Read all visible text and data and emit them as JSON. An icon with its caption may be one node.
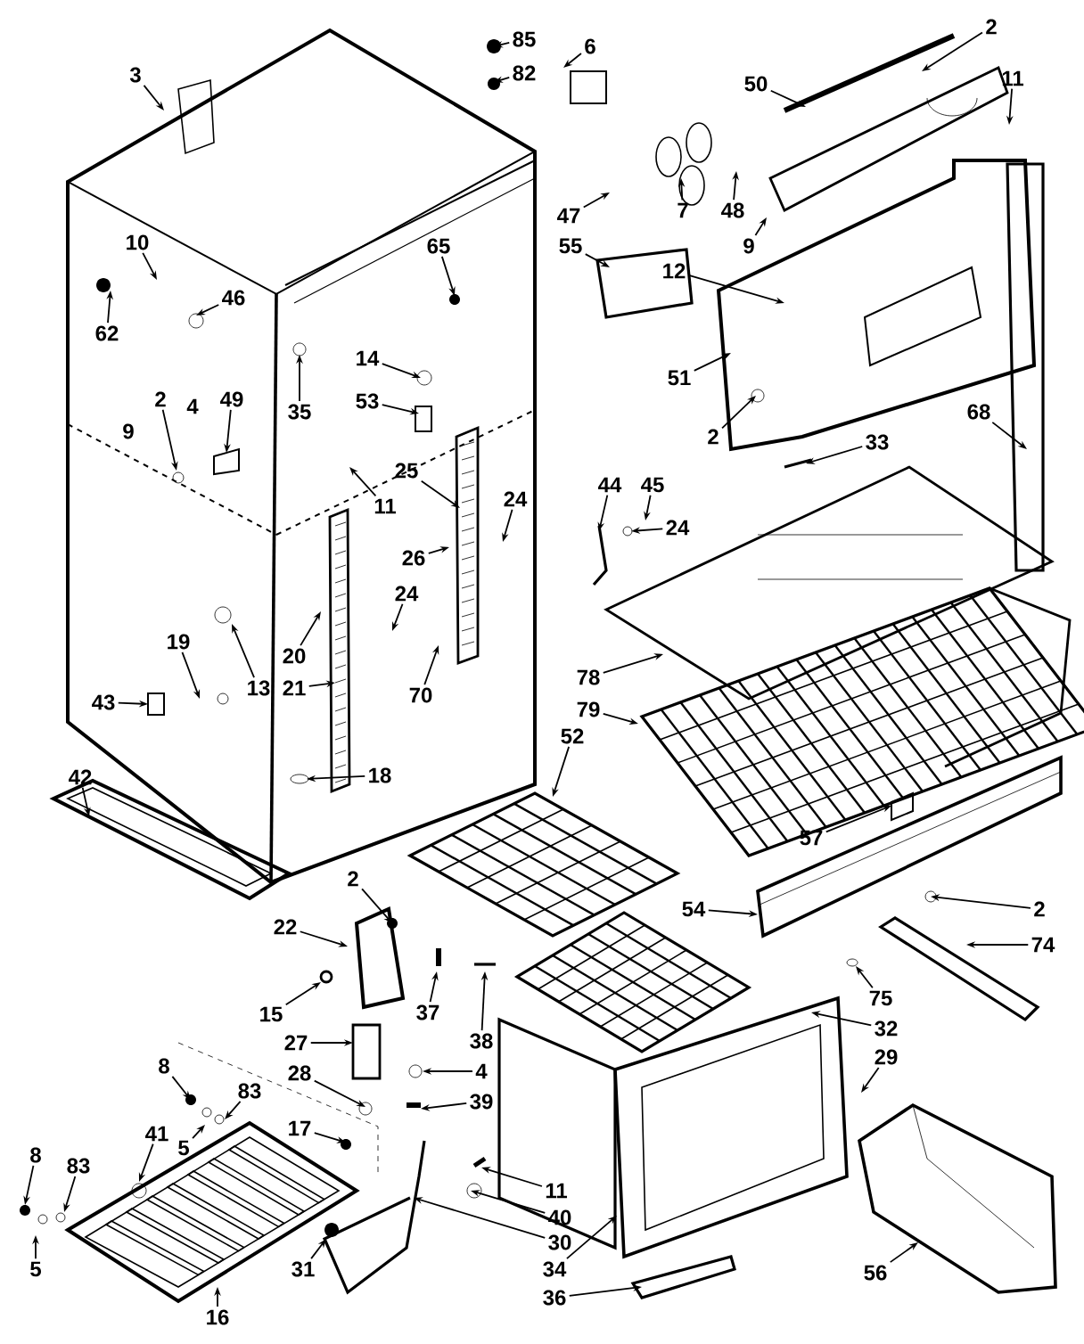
{
  "diagram": {
    "nodes": [
      {
        "text": [
          "85"
        ]
      },
      {
        "text": [
          "82"
        ]
      },
      {
        "text": [
          "6"
        ]
      },
      {
        "text": [
          "2"
        ]
      },
      {
        "text": [
          "50"
        ]
      },
      {
        "text": [
          "11"
        ]
      },
      {
        "text": [
          "3"
        ]
      },
      {
        "text": [
          "47"
        ]
      },
      {
        "text": [
          "7"
        ]
      },
      {
        "text": [
          "48"
        ]
      },
      {
        "text": [
          "9"
        ]
      },
      {
        "text": [
          "10"
        ]
      },
      {
        "text": [
          "65"
        ]
      },
      {
        "text": [
          "55"
        ]
      },
      {
        "text": [
          "12"
        ]
      },
      {
        "text": [
          "46"
        ]
      },
      {
        "text": [
          "62"
        ]
      },
      {
        "text": [
          "14"
        ]
      },
      {
        "text": [
          "51"
        ]
      },
      {
        "text": [
          "2"
        ]
      },
      {
        "text": [
          "49"
        ]
      },
      {
        "text": [
          "35"
        ]
      },
      {
        "text": [
          "53"
        ]
      },
      {
        "text": [
          "68"
        ]
      },
      {
        "text": [
          "2"
        ]
      },
      {
        "text": [
          "33"
        ]
      },
      {
        "text": [
          "25"
        ]
      },
      {
        "text": [
          "11"
        ]
      },
      {
        "text": [
          "44"
        ]
      },
      {
        "text": [
          "45"
        ]
      },
      {
        "text": [
          "24"
        ]
      },
      {
        "text": [
          "24"
        ]
      },
      {
        "text": [
          "26"
        ]
      },
      {
        "text": [
          "24"
        ]
      },
      {
        "text": [
          "19"
        ]
      },
      {
        "text": [
          "20"
        ]
      },
      {
        "text": [
          "13"
        ]
      },
      {
        "text": [
          "43"
        ]
      },
      {
        "text": [
          "21"
        ]
      },
      {
        "text": [
          "70"
        ]
      },
      {
        "text": [
          "78"
        ]
      },
      {
        "text": [
          "79"
        ]
      },
      {
        "text": [
          "52"
        ]
      },
      {
        "text": [
          "18"
        ]
      },
      {
        "text": [
          "42"
        ]
      },
      {
        "text": [
          "57"
        ]
      },
      {
        "text": [
          "2"
        ]
      },
      {
        "text": [
          "54"
        ]
      },
      {
        "text": [
          "2"
        ]
      },
      {
        "text": [
          "22"
        ]
      },
      {
        "text": [
          "74"
        ]
      },
      {
        "text": [
          "15"
        ]
      },
      {
        "text": [
          "37"
        ]
      },
      {
        "text": [
          "75"
        ]
      },
      {
        "text": [
          "32"
        ]
      },
      {
        "text": [
          "27"
        ]
      },
      {
        "text": [
          "38"
        ]
      },
      {
        "text": [
          "4"
        ]
      },
      {
        "text": [
          "29"
        ]
      },
      {
        "text": [
          "8"
        ]
      },
      {
        "text": [
          "28"
        ]
      },
      {
        "text": [
          "83"
        ]
      },
      {
        "text": [
          "39"
        ]
      },
      {
        "text": [
          "5"
        ]
      },
      {
        "text": [
          "17"
        ]
      },
      {
        "text": [
          "41"
        ]
      },
      {
        "text": [
          "8"
        ]
      },
      {
        "text": [
          "83"
        ]
      },
      {
        "text": [
          "11"
        ]
      },
      {
        "text": [
          "40"
        ]
      },
      {
        "text": [
          "30"
        ]
      },
      {
        "text": [
          "5"
        ]
      },
      {
        "text": [
          "31"
        ]
      },
      {
        "text": [
          "34"
        ]
      },
      {
        "text": [
          "56"
        ]
      },
      {
        "text": [
          "16"
        ]
      },
      {
        "text": [
          "36"
        ]
      }
    ],
    "edges": [
      {
        "from": 0,
        "to": null,
        "arrow": "to"
      },
      {
        "from": 1,
        "to": null,
        "arrow": "to"
      },
      {
        "from": 2,
        "to": null,
        "arrow": "to"
      },
      {
        "from": 3,
        "to": null,
        "arrow": "to"
      },
      {
        "from": 4,
        "to": null,
        "arrow": "to"
      },
      {
        "from": 5,
        "to": null,
        "arrow": "to"
      },
      {
        "from": 6,
        "to": null,
        "arrow": "to"
      },
      {
        "from": 7,
        "to": null,
        "arrow": "to"
      },
      {
        "from": 8,
        "to": null,
        "arrow": "to"
      },
      {
        "from": 9,
        "to": null,
        "arrow": "to"
      },
      {
        "from": 10,
        "to": null,
        "arrow": "to"
      },
      {
        "from": 11,
        "to": null,
        "arrow": "to"
      },
      {
        "from": 12,
        "to": null,
        "arrow": "to"
      },
      {
        "from": 13,
        "to": null,
        "arrow": "to"
      },
      {
        "from": 14,
        "to": null,
        "arrow": "to"
      },
      {
        "from": 15,
        "to": null,
        "arrow": "to"
      },
      {
        "from": 16,
        "to": null,
        "arrow": "to"
      },
      {
        "from": 17,
        "to": null,
        "arrow": "to"
      },
      {
        "from": 18,
        "to": null,
        "arrow": "to"
      },
      {
        "from": 19,
        "to": null,
        "arrow": "to"
      },
      {
        "from": 20,
        "to": null,
        "arrow": "to"
      },
      {
        "from": 21,
        "to": null,
        "arrow": "to"
      },
      {
        "from": 22,
        "to": null,
        "arrow": "to"
      },
      {
        "from": 23,
        "to": null,
        "arrow": "to"
      },
      {
        "from": 24,
        "to": null,
        "arrow": "to"
      },
      {
        "from": 25,
        "to": null,
        "arrow": "to"
      },
      {
        "from": 26,
        "to": null,
        "arrow": "to"
      },
      {
        "from": 27,
        "to": null,
        "arrow": "to"
      },
      {
        "from": 28,
        "to": null,
        "arrow": "to"
      },
      {
        "from": 29,
        "to": null,
        "arrow": "to"
      },
      {
        "from": 30,
        "to": null,
        "arrow": "to"
      },
      {
        "from": 31,
        "to": null,
        "arrow": "to"
      },
      {
        "from": 32,
        "to": null,
        "arrow": "to"
      },
      {
        "from": 33,
        "to": null,
        "arrow": "to"
      },
      {
        "from": 34,
        "to": null,
        "arrow": "to"
      },
      {
        "from": 35,
        "to": null,
        "arrow": "to"
      },
      {
        "from": 36,
        "to": null,
        "arrow": "to"
      },
      {
        "from": 37,
        "to": null,
        "arrow": "to"
      },
      {
        "from": 38,
        "to": null,
        "arrow": "to"
      },
      {
        "from": 39,
        "to": null,
        "arrow": "to"
      },
      {
        "from": 40,
        "to": null,
        "arrow": "to"
      },
      {
        "from": 41,
        "to": null,
        "arrow": "to"
      },
      {
        "from": 42,
        "to": null,
        "arrow": "to"
      },
      {
        "from": 43,
        "to": null,
        "arrow": "to"
      },
      {
        "from": 44,
        "to": null,
        "arrow": "to"
      },
      {
        "from": 45,
        "to": null,
        "arrow": "to"
      },
      {
        "from": 46,
        "to": null,
        "arrow": "to"
      },
      {
        "from": 47,
        "to": null,
        "arrow": "to"
      },
      {
        "from": 48,
        "to": null,
        "arrow": "to"
      },
      {
        "from": 49,
        "to": null,
        "arrow": "to"
      },
      {
        "from": 50,
        "to": null,
        "arrow": "to"
      },
      {
        "from": 51,
        "to": null,
        "arrow": "to"
      },
      {
        "from": 52,
        "to": null,
        "arrow": "to"
      },
      {
        "from": 53,
        "to": null,
        "arrow": "to"
      },
      {
        "from": 54,
        "to": null,
        "arrow": "to"
      },
      {
        "from": 55,
        "to": null,
        "arrow": "to"
      },
      {
        "from": 56,
        "to": null,
        "arrow": "to"
      },
      {
        "from": 57,
        "to": null,
        "arrow": "to"
      },
      {
        "from": 58,
        "to": null,
        "arrow": "to"
      },
      {
        "from": 59,
        "to": null,
        "arrow": "to"
      },
      {
        "from": 60,
        "to": null,
        "arrow": "to"
      },
      {
        "from": 61,
        "to": null,
        "arrow": "to"
      },
      {
        "from": 62,
        "to": null,
        "arrow": "to"
      },
      {
        "from": 63,
        "to": null,
        "arrow": "to"
      },
      {
        "from": 64,
        "to": null,
        "arrow": "to"
      },
      {
        "from": 65,
        "to": null,
        "arrow": "to"
      },
      {
        "from": 66,
        "to": null,
        "arrow": "to"
      },
      {
        "from": 67,
        "to": null,
        "arrow": "to"
      },
      {
        "from": 68,
        "to": null,
        "arrow": "to"
      },
      {
        "from": 69,
        "to": null,
        "arrow": "to"
      },
      {
        "from": 70,
        "to": null,
        "arrow": "to"
      },
      {
        "from": 71,
        "to": null,
        "arrow": "to"
      },
      {
        "from": 72,
        "to": null,
        "arrow": "to"
      },
      {
        "from": 73,
        "to": null,
        "arrow": "to"
      },
      {
        "from": 74,
        "to": null,
        "arrow": "to"
      },
      {
        "from": 75,
        "to": null,
        "arrow": "to"
      },
      {
        "from": 76,
        "to": null,
        "arrow": "to"
      }
    ],
    "labels": [
      "4",
      "9"
    ]
  }
}
